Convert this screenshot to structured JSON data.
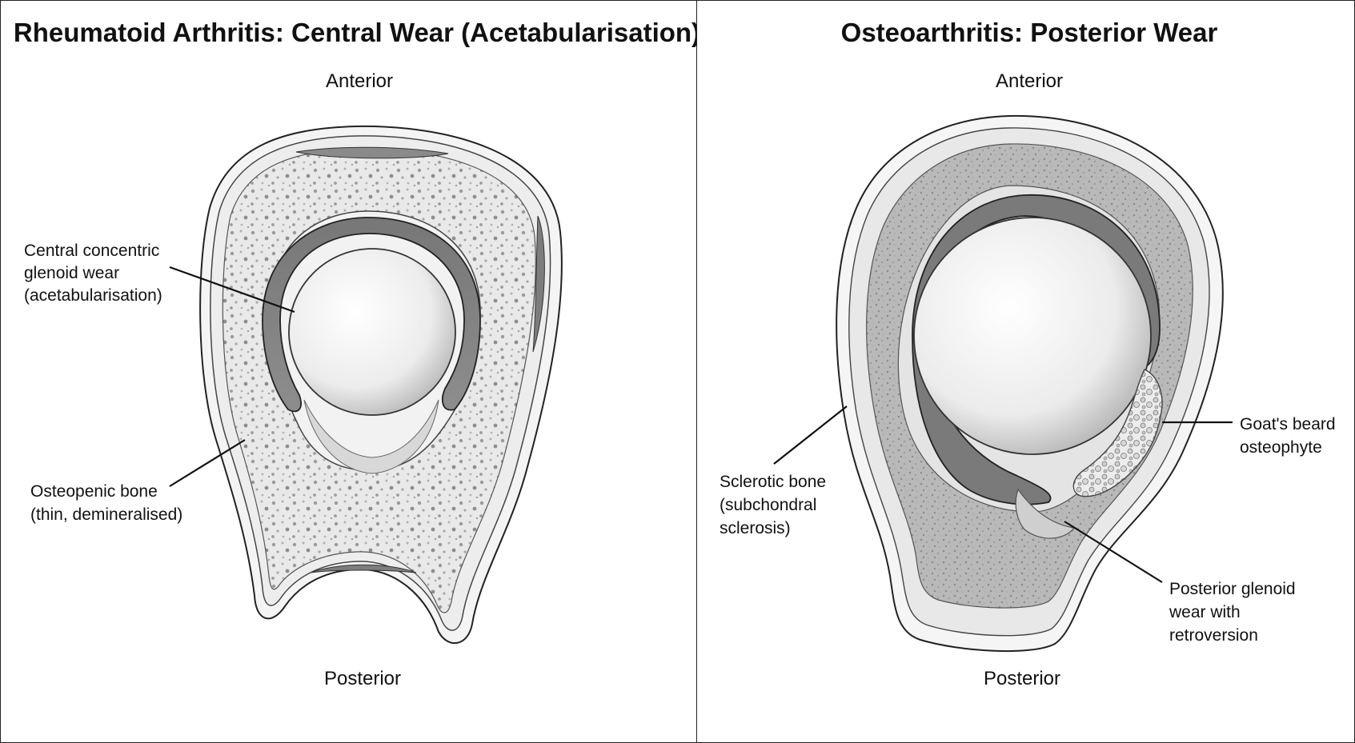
{
  "left_panel": {
    "title": "Rheumatoid Arthritis: Central Wear (Acetabularisation)",
    "anterior": "Anterior",
    "posterior": "Posterior",
    "labels": {
      "central_wear": [
        "Central concentric",
        "glenoid wear",
        "(acetabularisation)"
      ],
      "osteopenic": [
        "Osteopenic bone",
        "(thin, demineralised)"
      ]
    }
  },
  "right_panel": {
    "title": "Osteoarthritis: Posterior Wear",
    "anterior": "Anterior",
    "posterior": "Posterior",
    "labels": {
      "sclerotic": [
        "Sclerotic bone",
        "(subchondral",
        "sclerosis)"
      ],
      "goats_beard": [
        "Goat's beard",
        "osteophyte"
      ],
      "posterior_wear": [
        "Posterior glenoid",
        "wear with",
        "retroversion"
      ]
    }
  }
}
